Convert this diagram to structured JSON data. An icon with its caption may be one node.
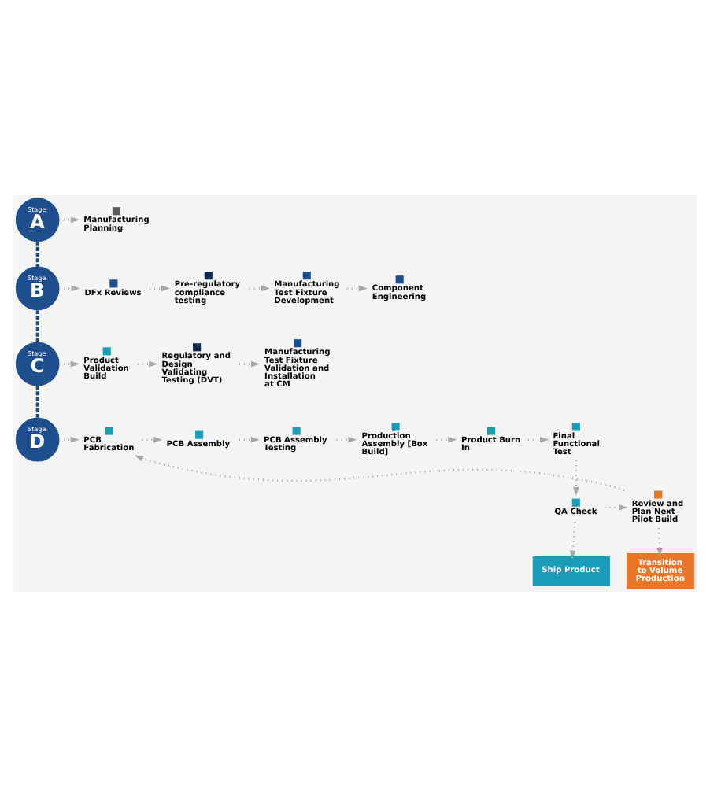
{
  "diagram": {
    "nodes": [
      {
        "text": [
          "Stage",
          "A"
        ]
      },
      {
        "text": [
          "Manufacturing Planning"
        ]
      },
      {
        "text": [
          "Stage",
          "B"
        ]
      },
      {
        "text": [
          "DFx Reviews"
        ]
      },
      {
        "text": [
          "Pre-regulatory compliance testing"
        ]
      },
      {
        "text": [
          "Manufacturing Test Fixture Development"
        ]
      },
      {
        "text": [
          "Component Engineering"
        ]
      },
      {
        "text": [
          "Stage",
          "C"
        ]
      },
      {
        "text": [
          "Product Validation Build"
        ]
      },
      {
        "text": [
          "Regulatory and Design Validating Testing (DVT)"
        ]
      },
      {
        "text": [
          "Manufacturing Test Fixture Validation and Installation at CM"
        ]
      },
      {
        "text": [
          "Stage",
          "D"
        ]
      },
      {
        "text": [
          "PCB Fabrication"
        ]
      },
      {
        "text": [
          "PCB Assembly"
        ]
      },
      {
        "text": [
          "PCB Assembly Testing"
        ]
      },
      {
        "text": [
          "Production Assembly [Box Build]"
        ]
      },
      {
        "text": [
          "Product Burn In"
        ]
      },
      {
        "text": [
          "Final Functional Test"
        ]
      },
      {
        "text": [
          "QA Check"
        ]
      },
      {
        "text": [
          "Review and Plan Next Pilot Build"
        ]
      },
      {
        "text": [
          "Transition to Volume Production"
        ]
      },
      {
        "text": [
          "Ship Product"
        ]
      }
    ],
    "edges": [
      {
        "from": 0,
        "to": 1,
        "arrow": "to"
      },
      {
        "from": 2,
        "to": 3,
        "arrow": "to"
      },
      {
        "from": 3,
        "to": 4,
        "arrow": "to"
      },
      {
        "from": 4,
        "to": 5,
        "arrow": "to"
      },
      {
        "from": 5,
        "to": 6,
        "arrow": "to"
      },
      {
        "from": 7,
        "to": 8,
        "arrow": "to"
      },
      {
        "from": 8,
        "to": 9,
        "arrow": "to"
      },
      {
        "from": 9,
        "to": 10,
        "arrow": "to"
      },
      {
        "from": 11,
        "to": 12,
        "arrow": "to"
      },
      {
        "from": 12,
        "to": 13,
        "arrow": "to"
      },
      {
        "from": 13,
        "to": 14,
        "arrow": "to"
      },
      {
        "from": 14,
        "to": 15,
        "arrow": "to"
      },
      {
        "from": 15,
        "to": 16,
        "arrow": "to"
      },
      {
        "from": 16,
        "to": 17,
        "arrow": "to"
      },
      {
        "from": 17,
        "to": 18,
        "arrow": "to"
      },
      {
        "from": 18,
        "to": 19,
        "arrow": "to"
      },
      {
        "from": 19,
        "to": 12,
        "arrow": "to"
      },
      {
        "from": 19,
        "to": 20,
        "arrow": "to"
      },
      {
        "from": 18,
        "to": 21,
        "arrow": "to"
      },
      {
        "from": 0,
        "to": 2,
        "arrow": "none",
        "style": "dashed",
        "color": "#1f4e8c"
      },
      {
        "from": 2,
        "to": 7,
        "arrow": "none",
        "style": "dashed",
        "color": "#1f4e8c"
      },
      {
        "from": 7,
        "to": 11,
        "arrow": "none",
        "style": "dashed",
        "color": "#1f4e8c"
      }
    ]
  }
}
